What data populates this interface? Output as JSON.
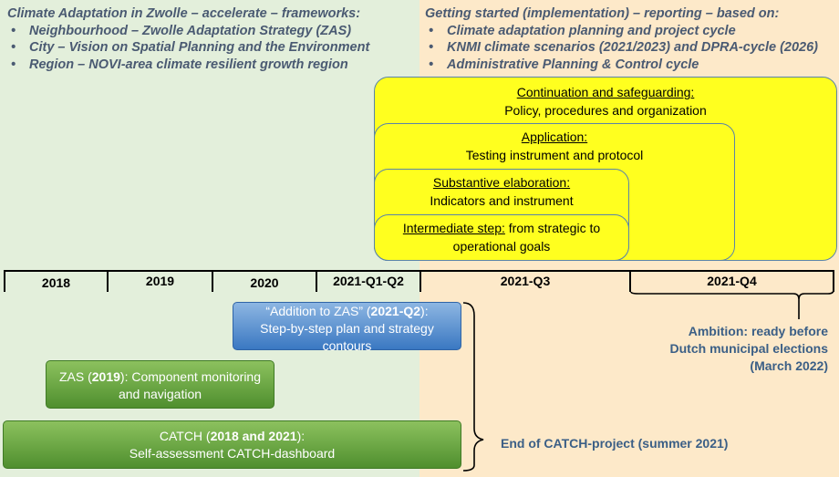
{
  "left_header": {
    "title": "Climate Adaptation in Zwolle – accelerate – frameworks:",
    "items": [
      "Neighbourhood – Zwolle Adaptation Strategy (ZAS)",
      "City – Vision on Spatial Planning and the Environment",
      "Region – NOVI-area climate resilient growth region"
    ]
  },
  "right_header": {
    "title": "Getting started (implementation) – reporting – based on:",
    "items": [
      "Climate adaptation planning and project cycle",
      "KNMI climate scenarios (2021/2023) and DPRA-cycle (2026)",
      "Administrative Planning & Control cycle"
    ]
  },
  "stages": [
    {
      "heading": "Continuation and safeguarding:",
      "text": "Policy, procedures and organization"
    },
    {
      "heading": "Application:",
      "text": "Testing instrument and protocol"
    },
    {
      "heading": "Substantive elaboration:",
      "text": "Indicators and instrument"
    },
    {
      "heading": "Intermediate step:",
      "text_line1": "from strategic to",
      "text_line2": "operational goals"
    }
  ],
  "timeline": [
    "2018",
    "2019",
    "2020",
    "2021-Q1-Q2",
    "2021-Q3",
    "2021-Q4"
  ],
  "projects": {
    "addition": {
      "prefix": "“Addition to ZAS” (",
      "bold": "2021-Q2",
      "suffix": "):",
      "line2": "Step-by-step plan and strategy",
      "line3": "contours"
    },
    "zas": {
      "prefix": "ZAS (",
      "bold": "2019",
      "suffix": "): Component monitoring",
      "line2": "and navigation"
    },
    "catch": {
      "prefix": "CATCH (",
      "bold": "2018 and 2021",
      "suffix": "):",
      "line2": "Self-assessment CATCH-dashboard"
    }
  },
  "notes": {
    "end_catch": "End of CATCH-project (summer 2021)",
    "ambition_line1": "Ambition: ready before",
    "ambition_line2": "Dutch municipal elections",
    "ambition_line3": "(March 2022)"
  },
  "colors": {
    "left_bg": "#e3efdb",
    "right_bg": "#fde9c9",
    "stage_fill": "#ffff1f",
    "header_text": "#4a5a72",
    "note_text": "#3b5f86"
  }
}
